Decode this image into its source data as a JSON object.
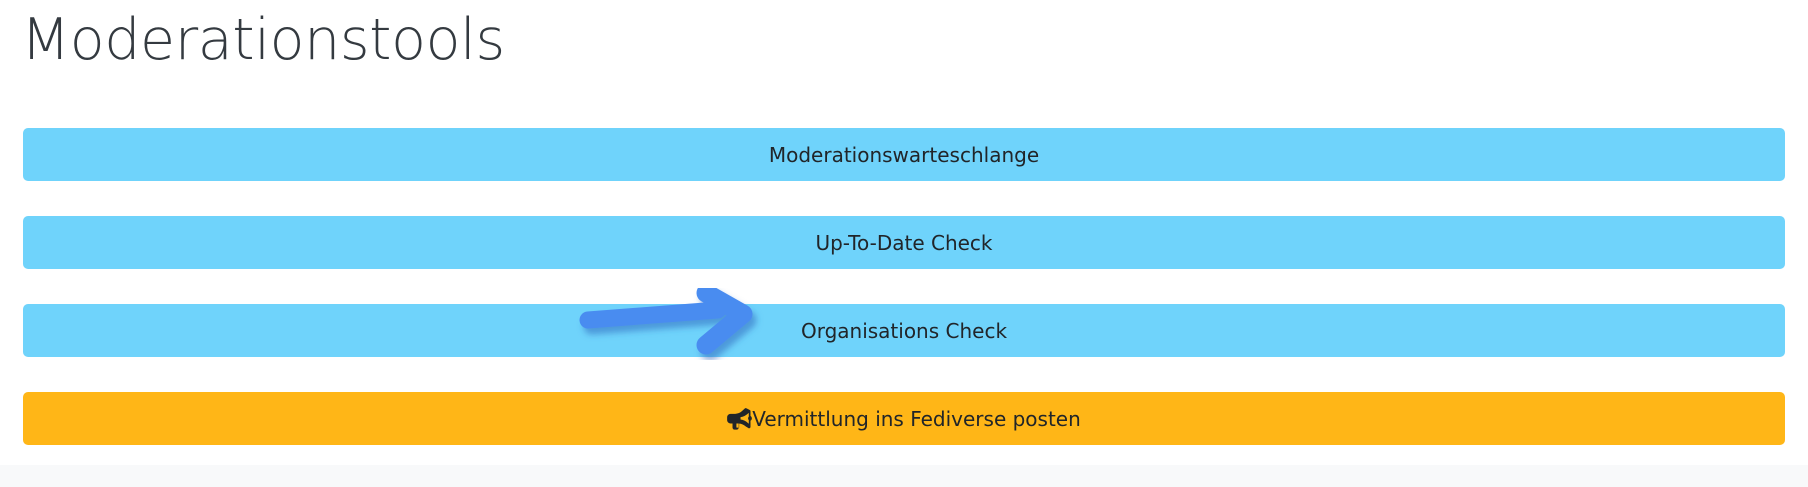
{
  "page": {
    "title": "Moderationstools",
    "background_color": "#ffffff",
    "footer_strip_color": "#f8f9fa"
  },
  "colors": {
    "title_text": "#343a40",
    "button_info": "#6fd3fb",
    "button_warning": "#ffb617",
    "button_text": "#212529",
    "annotation_arrow": "#4a8cf0",
    "annotation_arrow_shadow": "#2f6bbf"
  },
  "buttons": [
    {
      "id": "moderation-queue",
      "label": "Moderationswarteschlange",
      "style": "info",
      "icon": null
    },
    {
      "id": "up-to-date-check",
      "label": "Up-To-Date Check",
      "style": "info",
      "icon": null
    },
    {
      "id": "organisations-check",
      "label": "Organisations Check",
      "style": "info",
      "icon": null
    },
    {
      "id": "post-to-fediverse",
      "label": "Vermittlung ins Fediverse posten",
      "style": "warning",
      "icon": "bullhorn-icon"
    }
  ],
  "annotation": {
    "type": "arrow",
    "name": "arrow-pointing-to-organisations-check",
    "points_to": "Organisations Check",
    "direction": "right"
  }
}
